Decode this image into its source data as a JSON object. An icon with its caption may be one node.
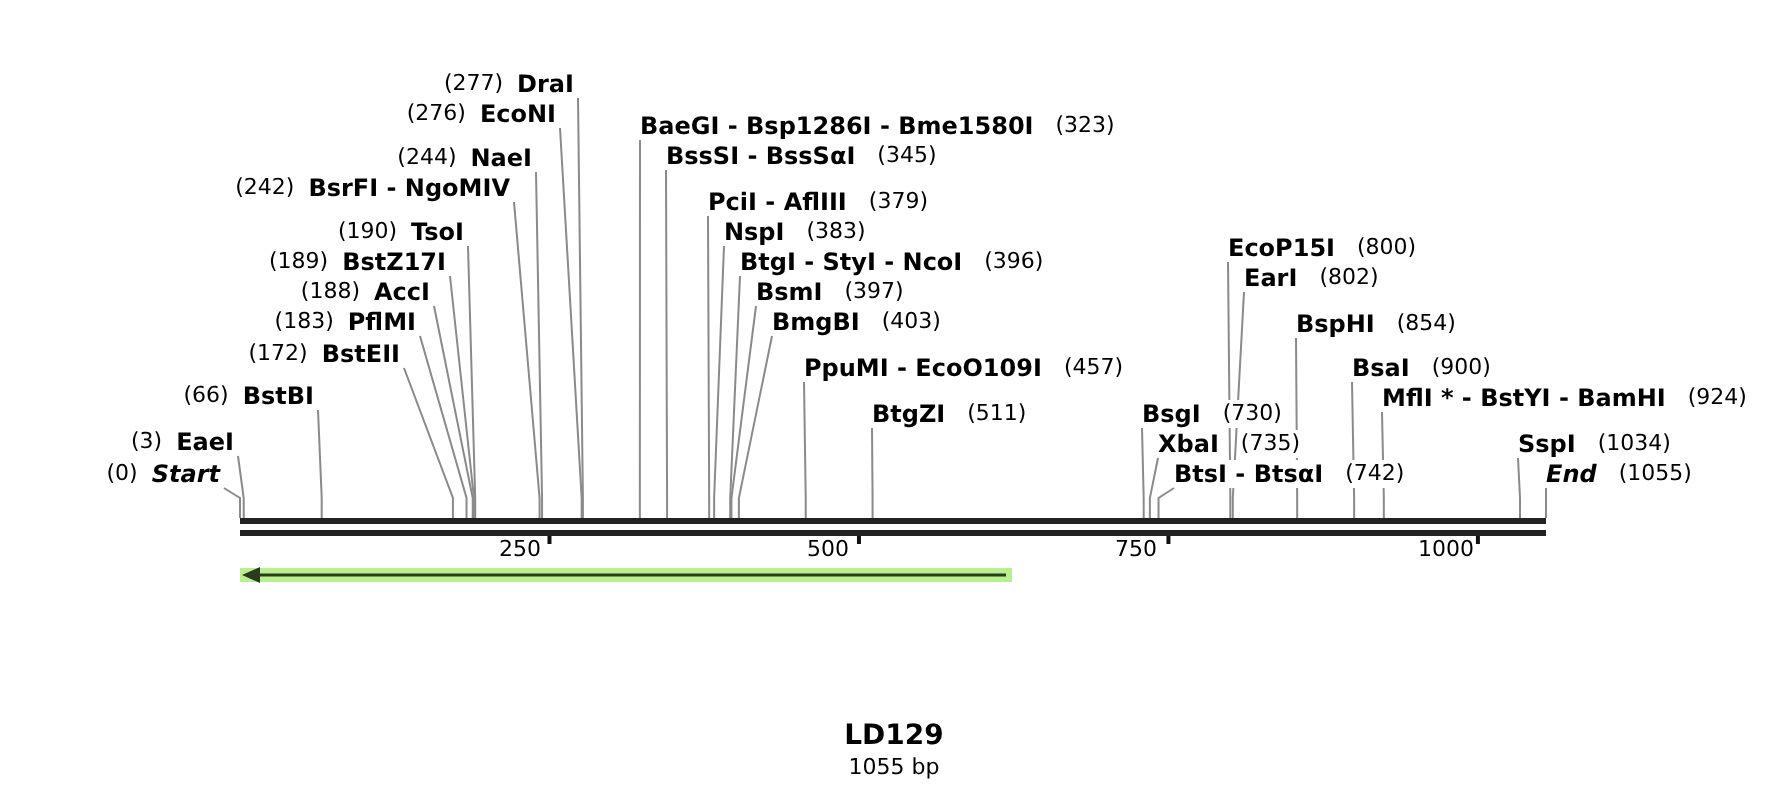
{
  "diagram": {
    "title": "LD129",
    "nodes": [
      {
        "text": [
          "(0)",
          "Start"
        ]
      },
      {
        "text": [
          "(3)",
          "EaeI"
        ]
      },
      {
        "text": [
          "(66)",
          "BstBI"
        ]
      },
      {
        "text": [
          "(172)",
          "BstEII"
        ]
      },
      {
        "text": [
          "(183)",
          "PflMI"
        ]
      },
      {
        "text": [
          "(188)",
          "AccI"
        ]
      },
      {
        "text": [
          "(189)",
          "BstZ17I"
        ]
      },
      {
        "text": [
          "(190)",
          "TsoI"
        ]
      },
      {
        "text": [
          "(242)",
          "BsrFI - NgoMIV"
        ]
      },
      {
        "text": [
          "(244)",
          "NaeI"
        ]
      },
      {
        "text": [
          "(276)",
          "EcoNI"
        ]
      },
      {
        "text": [
          "(277)",
          "DraI"
        ]
      },
      {
        "text": [
          "BaeGI - Bsp1286I - Bme1580I",
          "(323)"
        ]
      },
      {
        "text": [
          "BssSI - BssSαI",
          "(345)"
        ]
      },
      {
        "text": [
          "PciI - AflIII",
          "(379)"
        ]
      },
      {
        "text": [
          "NspI",
          "(383)"
        ]
      },
      {
        "text": [
          "BtgI - StyI - NcoI",
          "(396)"
        ]
      },
      {
        "text": [
          "BsmI",
          "(397)"
        ]
      },
      {
        "text": [
          "BmgBI",
          "(403)"
        ]
      },
      {
        "text": [
          "PpuMI - EcoO109I",
          "(457)"
        ]
      },
      {
        "text": [
          "BtgZI",
          "(511)"
        ]
      },
      {
        "text": [
          "BsgI",
          "(730)"
        ]
      },
      {
        "text": [
          "XbaI",
          "(735)"
        ]
      },
      {
        "text": [
          "BtsI - BtsαI",
          "(742)"
        ]
      },
      {
        "text": [
          "EcoP15I",
          "(800)"
        ]
      },
      {
        "text": [
          "EarI",
          "(802)"
        ]
      },
      {
        "text": [
          "BspHI",
          "(854)"
        ]
      },
      {
        "text": [
          "BsaI",
          "(900)"
        ]
      },
      {
        "text": [
          "MflI * - BstYI - BamHI",
          "(924)"
        ]
      },
      {
        "text": [
          "SspI",
          "(1034)"
        ]
      },
      {
        "text": [
          "End",
          "(1055)"
        ]
      },
      {
        "text": [],
        "shape": "bar"
      }
    ],
    "edges": [
      {
        "from": 0,
        "to": 31,
        "arrow": "none"
      },
      {
        "from": 1,
        "to": 31,
        "arrow": "none"
      },
      {
        "from": 2,
        "to": 31,
        "arrow": "none"
      },
      {
        "from": 3,
        "to": 31,
        "arrow": "none"
      },
      {
        "from": 4,
        "to": 31,
        "arrow": "none"
      },
      {
        "from": 5,
        "to": 31,
        "arrow": "none"
      },
      {
        "from": 6,
        "to": 31,
        "arrow": "none"
      },
      {
        "from": 7,
        "to": 31,
        "arrow": "none"
      },
      {
        "from": 8,
        "to": 31,
        "arrow": "none"
      },
      {
        "from": 9,
        "to": 31,
        "arrow": "none"
      },
      {
        "from": 10,
        "to": 31,
        "arrow": "none"
      },
      {
        "from": 11,
        "to": 31,
        "arrow": "none"
      },
      {
        "from": 12,
        "to": 31,
        "arrow": "none"
      },
      {
        "from": 13,
        "to": 31,
        "arrow": "none"
      },
      {
        "from": 14,
        "to": 31,
        "arrow": "none"
      },
      {
        "from": 15,
        "to": 31,
        "arrow": "none"
      },
      {
        "from": 16,
        "to": 31,
        "arrow": "none"
      },
      {
        "from": 17,
        "to": 31,
        "arrow": "none"
      },
      {
        "from": 18,
        "to": 31,
        "arrow": "none"
      },
      {
        "from": 19,
        "to": 31,
        "arrow": "none"
      },
      {
        "from": 20,
        "to": 31,
        "arrow": "none"
      },
      {
        "from": 21,
        "to": 31,
        "arrow": "none"
      },
      {
        "from": 22,
        "to": 31,
        "arrow": "none"
      },
      {
        "from": 23,
        "to": 31,
        "arrow": "none"
      },
      {
        "from": 24,
        "to": 31,
        "arrow": "none"
      },
      {
        "from": 25,
        "to": 31,
        "arrow": "none"
      },
      {
        "from": 26,
        "to": 31,
        "arrow": "none"
      },
      {
        "from": 27,
        "to": 31,
        "arrow": "none"
      },
      {
        "from": 28,
        "to": 31,
        "arrow": "none"
      },
      {
        "from": 29,
        "to": 31,
        "arrow": "none"
      },
      {
        "from": 30,
        "to": 31,
        "arrow": "none"
      }
    ],
    "labels": [
      "250",
      "500",
      "750",
      "1000",
      "1055 bp"
    ]
  }
}
